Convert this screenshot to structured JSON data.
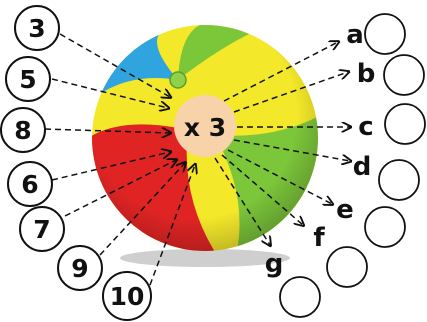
{
  "multiplier_label": "x 3",
  "inputs": [
    "3",
    "5",
    "8",
    "6",
    "7",
    "9",
    "10"
  ],
  "outputs": [
    "a",
    "b",
    "c",
    "d",
    "e",
    "f",
    "g"
  ],
  "colors": {
    "blue": "#2fa4de",
    "green": "#7cc63a",
    "yellow": "#f4e82a",
    "red": "#e02424",
    "center": "#f8d2a8",
    "line": "#111111"
  }
}
